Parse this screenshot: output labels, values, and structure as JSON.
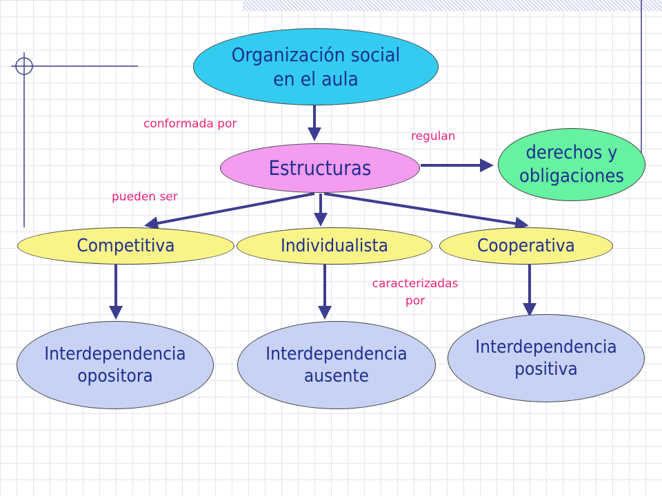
{
  "nodes": {
    "root": "Organización social\nen el aula",
    "estructuras": "Estructuras",
    "derechos": "derechos y\nobligaciones",
    "competitiva": "Competitiva",
    "individualista": "Individualista",
    "cooperativa": "Cooperativa",
    "opositora": "Interdependencia\nopositora",
    "ausente": "Interdependencia\nausente",
    "positiva": "Interdependencia\npositiva"
  },
  "edge_labels": {
    "conformada_por": "conformada por",
    "regulan": "regulan",
    "pueden_ser": "pueden ser",
    "caracterizadas_por": "caracterizadas\npor"
  },
  "colors": {
    "root": "#33ccf0",
    "estructuras": "#f49cf0",
    "derechos": "#66f2a0",
    "types": "#f8f488",
    "interdependence": "#c8d2f4",
    "arrow": "#3d3d8f",
    "edge_label": "#ee2277",
    "node_text": "#1f2f8f"
  }
}
